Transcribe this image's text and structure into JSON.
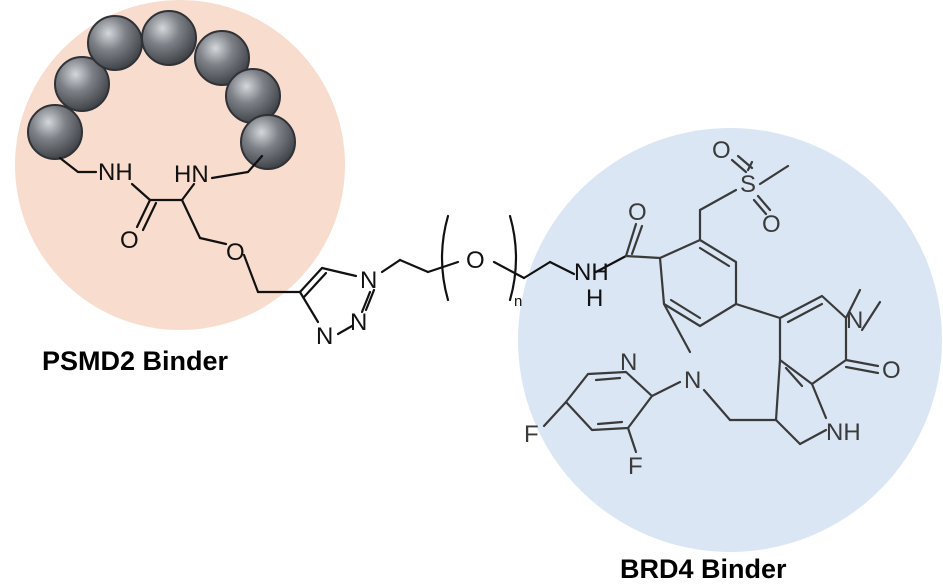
{
  "labels": {
    "psmd2": "PSMD2 Binder",
    "brd4": "BRD4 Binder"
  },
  "atoms": {
    "nh_amide_left": "NH",
    "hn_left": "HN",
    "o_carbonyl_left": "O",
    "o_ether": "O",
    "n_triazole_1": "N",
    "n_triazole_3": "N",
    "n_triazole_4": "N",
    "o_peg": "O",
    "peg_repeat": "n",
    "nh_amide_right": "NH",
    "h_amide_right": "H",
    "o_carbonyl_right": "O",
    "s_sulfone": "S",
    "o_sulfone_1": "O",
    "o_sulfone_2": "O",
    "n_pyridone": "N",
    "o_pyridone": "O",
    "nh_pyrrole": "NH",
    "n_diazepine": "N",
    "n_pyridine": "N",
    "f_1": "F",
    "f_2": "F"
  },
  "colors": {
    "psmd2_circle": "#f8dccd",
    "brd4_circle": "#dae6f3",
    "bead_fill": "#6f7379",
    "bead_highlight": "#c7cace",
    "bond_dark": "#111111",
    "bond_brd4": "#3a3a3a"
  }
}
